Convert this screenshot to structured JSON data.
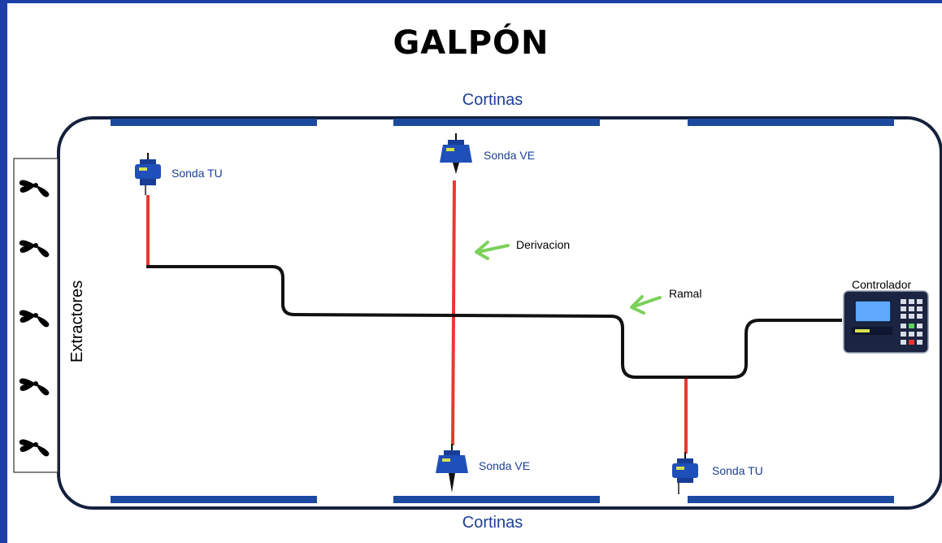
{
  "title": "GALPÓN",
  "curtains": {
    "top_label": "Cortinas",
    "bottom_label": "Cortinas"
  },
  "extractors": {
    "label": "Extractores",
    "count": 5
  },
  "probes": [
    {
      "id": "tu-top",
      "label": "Sonda TU"
    },
    {
      "id": "ve-top",
      "label": "Sonda VE"
    },
    {
      "id": "ve-bottom",
      "label": "Sonda VE"
    },
    {
      "id": "tu-bottom",
      "label": "Sonda TU"
    }
  ],
  "annotations": {
    "derivacion": "Derivacion",
    "ramal": "Ramal"
  },
  "controller": {
    "label": "Controlador"
  },
  "colors": {
    "frame": "#1e3fa8",
    "curtain": "#1c4aa0",
    "hall_outline": "#14213d",
    "main_cable": "#111111",
    "branch_cable": "#e8392f",
    "arrow": "#7bd15a",
    "probe": "#1f4fb8"
  }
}
